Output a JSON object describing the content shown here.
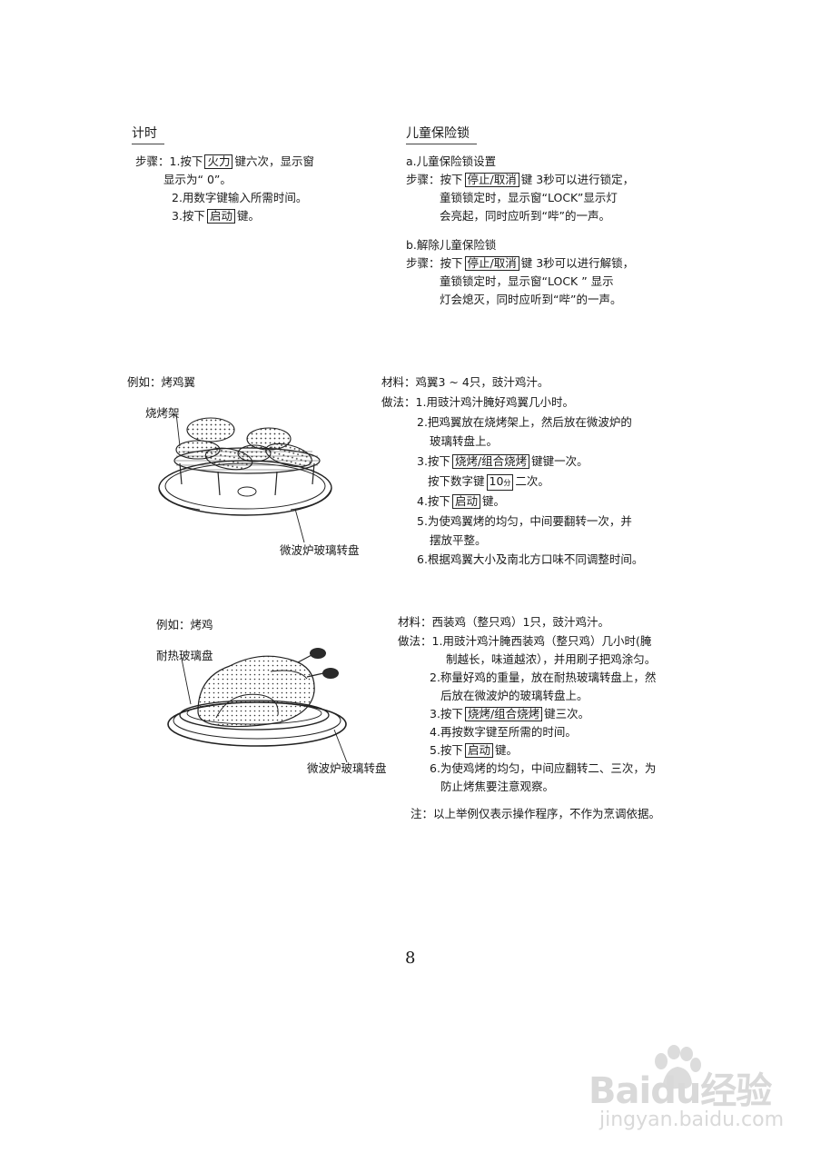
{
  "timer": {
    "title": "计时",
    "line1_pre": "步骤：1.按下",
    "line1_key": "火力",
    "line1_post": "键六次，显示窗",
    "line2": "显示为“ 0”。",
    "line3": "2.用数字键输入所需时间。",
    "line4_pre": "3.按下",
    "line4_key": "启动",
    "line4_post": "键。"
  },
  "child_lock": {
    "title": "儿童保险锁",
    "a_title": "a.儿童保险锁设置",
    "a_line1_pre": "步骤：按下",
    "a_line1_key": "停止/取消",
    "a_line1_post": "键 3秒可以进行锁定，",
    "a_line2": "童锁锁定时，显示窗“LOCK”显示灯",
    "a_line3": "会亮起，同时应听到“哔”的一声。",
    "b_title": "b.解除儿童保险锁",
    "b_line1_pre": "步骤：按下",
    "b_line1_key": "停止/取消",
    "b_line1_post": "键 3秒可以进行解锁，",
    "b_line2": "童锁锁定时，显示窗“LOCK ” 显示",
    "b_line3": "灯会熄灭，同时应听到“哔”的一声。"
  },
  "wings": {
    "example": "例如：烤鸡翼",
    "label_rack": "烧烤架",
    "label_plate": "微波炉玻璃转盘",
    "materials": "材料：鸡翼3 ~ 4只，豉汁鸡汁。",
    "m_pre": "做法：",
    "s1": "1.用豉汁鸡汁腌好鸡翼几小时。",
    "s2a": "2.把鸡翼放在烧烤架上，然后放在微波炉的",
    "s2b": "玻璃转盘上。",
    "s3_pre": "3.按下",
    "s3_key": "烧烤/组合烧烤",
    "s3_post": "键键一次。",
    "s3b_pre": "按下数字键",
    "s3b_key": "10",
    "s3b_sub": "分",
    "s3b_post": "二次。",
    "s4_pre": "4.按下",
    "s4_key": "启动",
    "s4_post": "键。",
    "s5a": "5.为使鸡翼烤的均匀，中间要翻转一次，并",
    "s5b": "摆放平整。",
    "s6": "6.根据鸡翼大小及南北方口味不同调整时间。"
  },
  "chicken": {
    "example": "例如：烤鸡",
    "label_dish": "耐热玻璃盘",
    "label_plate": "微波炉玻璃转盘",
    "materials": "材料：西装鸡（整只鸡）1只，豉汁鸡汁。",
    "m_pre": "做法：",
    "s1a": "1.用豉汁鸡汁腌西装鸡（整只鸡）几小时(腌",
    "s1b": "制越长，味道越浓），并用刷子把鸡涂匀。",
    "s2a": "2.称量好鸡的重量，放在耐热玻璃转盘上，然",
    "s2b": "后放在微波炉的玻璃转盘上。",
    "s3_pre": "3.按下",
    "s3_key": "烧烤/组合烧烤",
    "s3_post": "键三次。",
    "s4": "4.再按数字键至所需的时间。",
    "s5_pre": "5.按下",
    "s5_key": "启动",
    "s5_post": "键。",
    "s6a": "6.为使鸡烤的均匀，中间应翻转二、三次，为",
    "s6b": "防止烤焦要注意观察。",
    "note": "注：以上举例仅表示操作程序，不作为烹调依据。"
  },
  "page_number": "8",
  "watermark": {
    "logo": "Baidu经验",
    "url": "jingyan.baidu.com"
  }
}
